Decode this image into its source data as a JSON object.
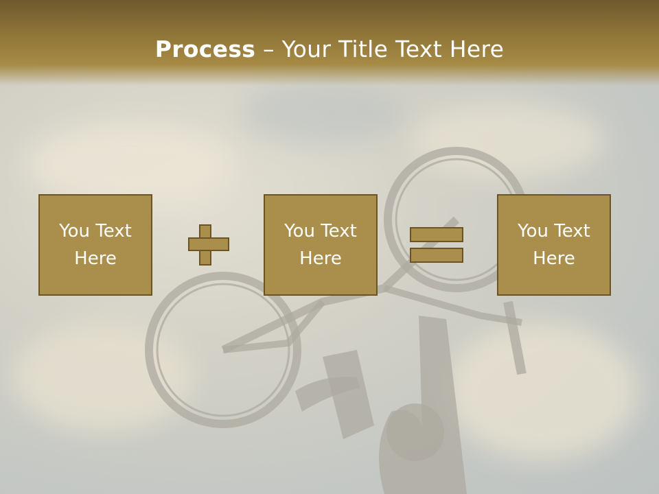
{
  "slide": {
    "title_bold": "Process",
    "title_rest": " – Your Title Text Here",
    "boxes": [
      {
        "line1": "You Text",
        "line2": "Here"
      },
      {
        "line1": "You Text",
        "line2": "Here"
      },
      {
        "line1": "You Text",
        "line2": "Here"
      }
    ],
    "operators": [
      "plus-icon",
      "equals-icon"
    ],
    "colors": {
      "header_dark": "#6f5a2e",
      "box_fill": "#a98f4b",
      "box_border": "#6a5424",
      "text": "#ffffff"
    },
    "background_icon": "cyclist-holding-bike-silhouette-icon"
  }
}
